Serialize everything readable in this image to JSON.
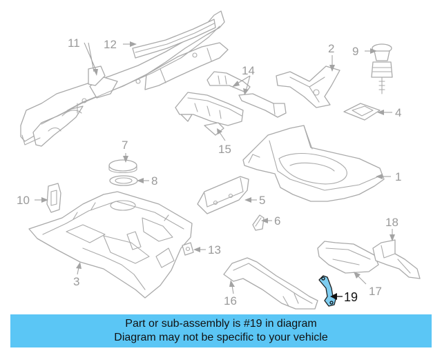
{
  "callouts": {
    "c1": "1",
    "c2": "2",
    "c3": "3",
    "c4": "4",
    "c5": "5",
    "c6": "6",
    "c7": "7",
    "c8": "8",
    "c9": "9",
    "c10": "10",
    "c11": "11",
    "c12": "12",
    "c13": "13",
    "c14": "14",
    "c15": "15",
    "c16": "16",
    "c17": "17",
    "c18": "18",
    "c19": "19"
  },
  "highlight": {
    "part": "19",
    "color": "#7ecdf0"
  },
  "banner": {
    "line1": "Part or sub-assembly is #19 in diagram",
    "line2": "Diagram may not be specific to your vehicle",
    "background": "#5bc6f5"
  }
}
